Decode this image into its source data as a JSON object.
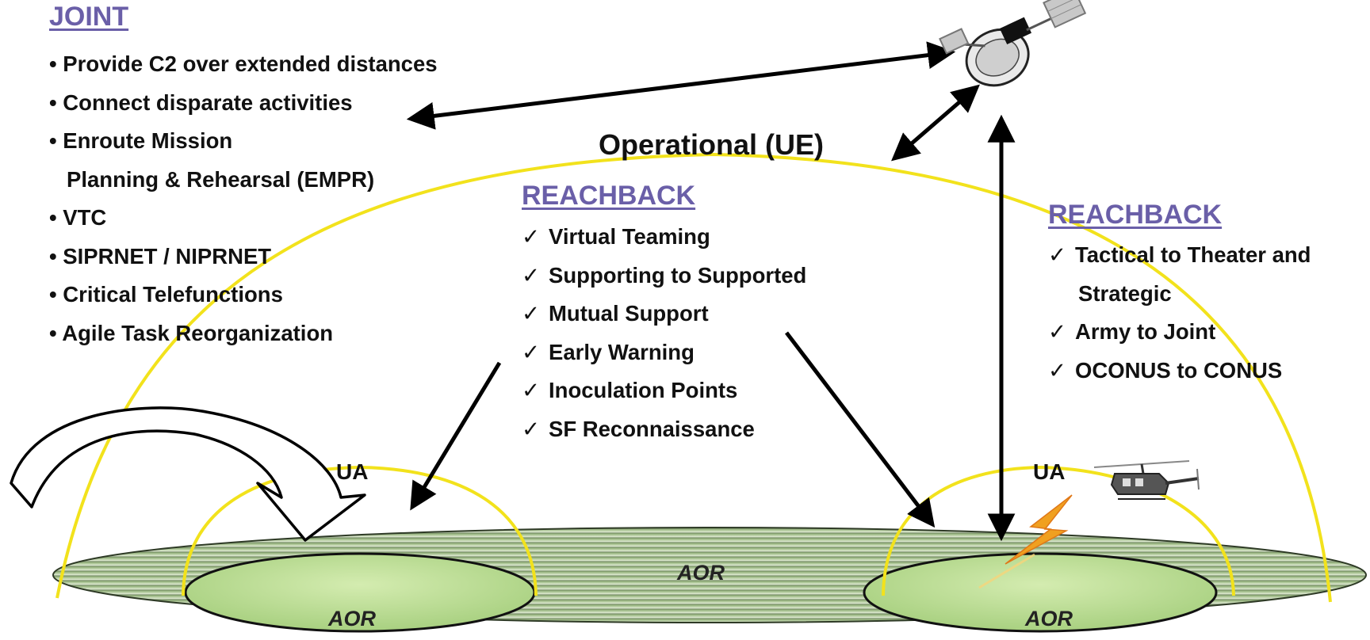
{
  "joint": {
    "heading": "JOINT",
    "items": [
      "Provide C2 over extended distances",
      "Connect disparate activities",
      "Enroute Mission",
      "Planning & Rehearsal (EMPR)",
      "VTC",
      "SIPRNET / NIPRNET",
      "Critical Telefunctions",
      "Agile Task Reorganization"
    ],
    "bullet": "•"
  },
  "operational_label": "Operational (UE)",
  "reachback_center": {
    "heading": "REACHBACK",
    "items": [
      "Virtual Teaming",
      "Supporting to Supported",
      "Mutual Support",
      "Early Warning",
      "Inoculation Points",
      "SF Reconnaissance"
    ]
  },
  "reachback_right": {
    "heading": "REACHBACK",
    "items": [
      "Tactical to Theater and",
      "Strategic",
      "Army to Joint",
      "OCONUS to CONUS"
    ]
  },
  "check_mark": "✓",
  "ua_left": "UA",
  "ua_right": "UA",
  "aor_center": "AOR",
  "aor_left": "AOR",
  "aor_right": "AOR",
  "colors": {
    "dome": "#f2e21c",
    "ground_dark": "#6f8a5a",
    "ground_light": "#c9dcb6",
    "heading": "#6a5fa8",
    "lightning": "#f0a020",
    "arrow": "#000000"
  },
  "icons": [
    "satellite-icon",
    "helicopter-icon",
    "lightning-icon"
  ]
}
